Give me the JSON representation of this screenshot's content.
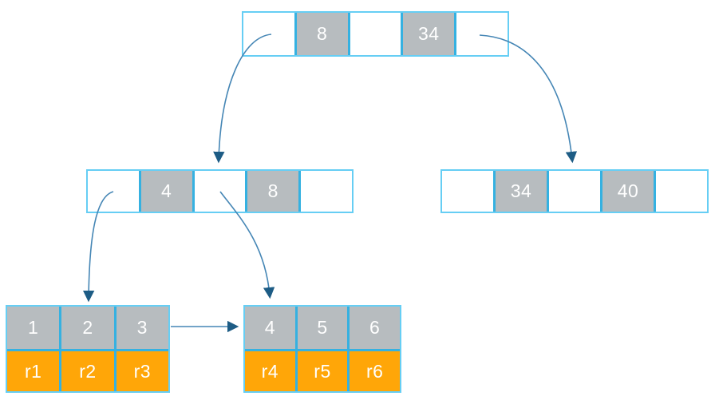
{
  "diagram": {
    "type": "b-plus-tree",
    "root": {
      "cells": [
        "",
        "8",
        "",
        "34",
        ""
      ]
    },
    "internal_left": {
      "cells": [
        "",
        "4",
        "",
        "8",
        ""
      ]
    },
    "internal_right": {
      "cells": [
        "",
        "34",
        "",
        "40",
        ""
      ]
    },
    "leaf_left": {
      "keys": [
        "1",
        "2",
        "3"
      ],
      "records": [
        "r1",
        "r2",
        "r3"
      ]
    },
    "leaf_right": {
      "keys": [
        "4",
        "5",
        "6"
      ],
      "records": [
        "r4",
        "r5",
        "r6"
      ]
    },
    "colors": {
      "node-border": "#66cef4",
      "cell-divider": "#35b1e1",
      "key-fill": "#b7bcbf",
      "record-fill": "#ffa608",
      "cell-text": "#ffffff",
      "arrow-line": "#4586b5",
      "arrow-head": "#1d5c85",
      "background": "#ffffff"
    }
  }
}
